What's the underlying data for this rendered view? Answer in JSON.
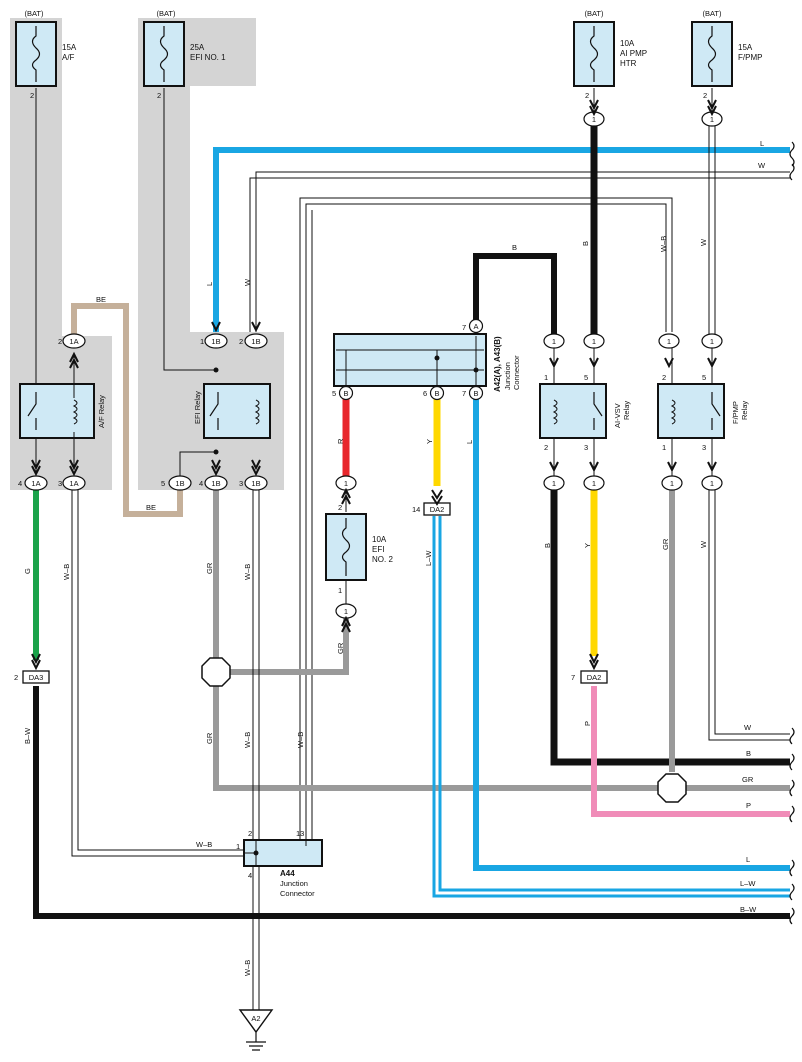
{
  "bat": "(BAT)",
  "colors": {
    "L": "#19a6e3",
    "B": "#111111",
    "R": "#e8262c",
    "Y": "#ffd800",
    "G": "#1aa34a",
    "GR": "#9a9a9a",
    "P": "#f08cb8",
    "BE": "#c5b09a",
    "W": "#ffffff",
    "shade": "#d4d4d4",
    "connector": "#cfe9f5"
  },
  "fuses": {
    "af": {
      "rating": "15A",
      "name": "A/F",
      "pin": "2"
    },
    "efi1": {
      "rating": "25A",
      "name": "EFI NO. 1",
      "pin": "2"
    },
    "aipmp": {
      "rating": "10A",
      "name1": "AI PMP",
      "name2": "HTR",
      "pin": "2"
    },
    "fpmp": {
      "rating": "15A",
      "name": "F/PMP",
      "pin": "2"
    },
    "efi2": {
      "rating": "10A",
      "name1": "EFI",
      "name2": "NO. 2",
      "pin_in": "2",
      "pin_out": "1"
    }
  },
  "relays": {
    "af": {
      "name": "A/F Relay",
      "p1": "2",
      "c1": "1A",
      "p2": "4",
      "c2": "1A",
      "p3": "3",
      "c3": "1A"
    },
    "efi": {
      "name": "EFI Relay",
      "p1": "1",
      "c1": "1B",
      "p2": "2",
      "c2": "1B",
      "p3": "5",
      "c3": "1B",
      "p4": "4",
      "c4": "1B",
      "p5": "3",
      "c5": "1B"
    },
    "aivsv": {
      "name": "AI-VSV",
      "sub": "Relay",
      "p1": "1",
      "p2": "5",
      "p3": "2",
      "p4": "3"
    },
    "fpmp": {
      "name": "F/PMP",
      "sub": "Relay",
      "p1": "2",
      "p2": "5",
      "p3": "1",
      "p4": "3"
    }
  },
  "junction_a42": {
    "title": "A42(A), A43(B)",
    "sub1": "Junction",
    "sub2": "Connector",
    "top_pin": "7",
    "top_tag": "A",
    "pins": [
      "5",
      "6",
      "7"
    ],
    "tag": "B"
  },
  "junction_a44": {
    "title": "A44",
    "sub1": "Junction",
    "sub2": "Connector",
    "p_left": "1",
    "p_top": "2",
    "p_top2": "13",
    "p_bottom": "4"
  },
  "ground": {
    "code": "A2"
  },
  "da": {
    "da2": "DA2",
    "da3": "DA3",
    "da2_left_pin": "14",
    "da2_right_pin": "7",
    "da3_pin": "2"
  },
  "conn1": "1",
  "wires": {
    "L": "L",
    "W": "W",
    "B": "B",
    "R": "R",
    "Y": "Y",
    "G": "G",
    "GR": "GR",
    "P": "P",
    "BE": "BE",
    "WB": "W–B",
    "BW": "B–W",
    "LW": "L–W"
  },
  "edge_labels": [
    "L",
    "W",
    "W",
    "B",
    "GR",
    "P",
    "L",
    "L–W",
    "B–W"
  ]
}
